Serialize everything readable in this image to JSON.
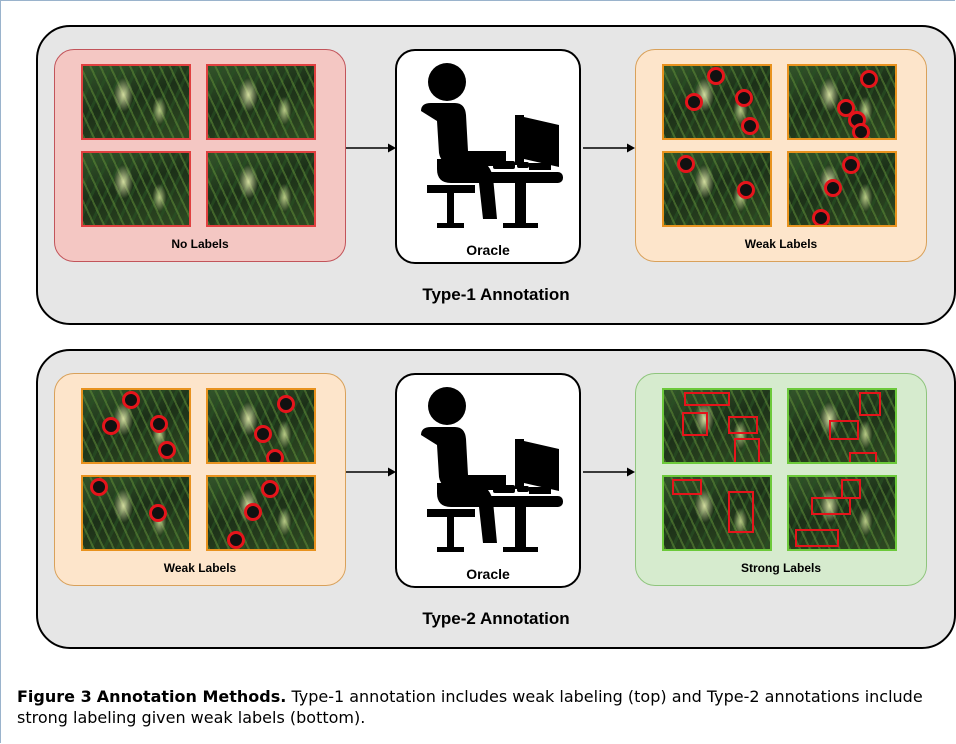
{
  "panels": [
    {
      "title": "Type-1 Annotation",
      "left_group": {
        "label": "No Labels",
        "style": "none"
      },
      "oracle_label": "Oracle",
      "right_group": {
        "label": "Weak Labels",
        "style": "weak"
      }
    },
    {
      "title": "Type-2 Annotation",
      "left_group": {
        "label": "Weak Labels",
        "style": "weak"
      },
      "oracle_label": "Oracle",
      "right_group": {
        "label": "Strong Labels",
        "style": "strong"
      }
    }
  ],
  "caption": {
    "figure_label": "Figure 3",
    "figure_title": "Annotation Methods.",
    "text": "Type-1 annotation includes weak labeling (top) and Type-2 annotations include strong labeling given weak labels (bottom)."
  },
  "colors": {
    "no_labels_fill": "#f4c7c3",
    "weak_labels_fill": "#fde5cb",
    "strong_labels_fill": "#d6ebce",
    "annotation_red": "#e5141b",
    "panel_fill": "#e6e6e6"
  },
  "icons": [
    "person-at-computer-icon",
    "arrow-right-icon",
    "point-marker-icon",
    "bounding-box-icon"
  ]
}
